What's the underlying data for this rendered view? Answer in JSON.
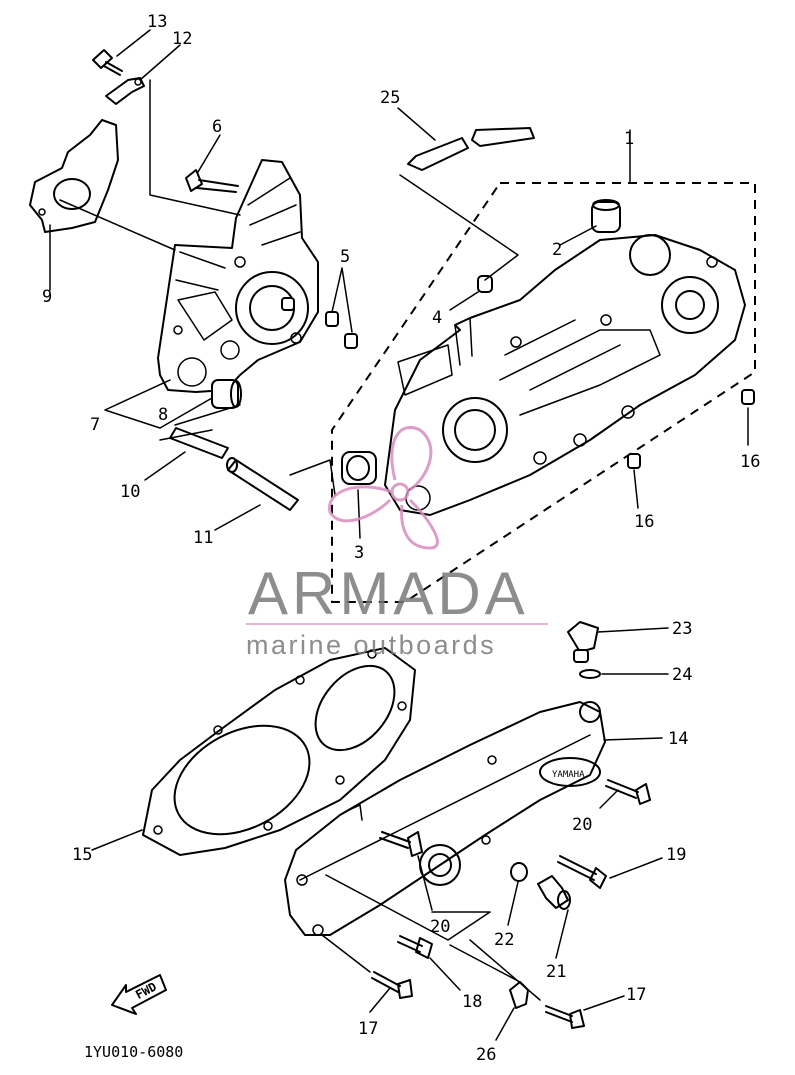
{
  "diagram_code": "1YU010-6080",
  "watermark": {
    "brand": "ARMADA",
    "tagline": "marine outboards",
    "brand_color": "#7a7a7a",
    "logo_color": "#d98cc0",
    "rule_color": "#e3a6cc"
  },
  "fwd_label": "FWD",
  "callouts": [
    {
      "id": "13",
      "text": "13"
    },
    {
      "id": "12",
      "text": "12"
    },
    {
      "id": "6",
      "text": "6"
    },
    {
      "id": "9",
      "text": "9"
    },
    {
      "id": "5",
      "text": "5"
    },
    {
      "id": "7",
      "text": "7"
    },
    {
      "id": "8",
      "text": "8"
    },
    {
      "id": "10",
      "text": "10"
    },
    {
      "id": "11",
      "text": "11"
    },
    {
      "id": "25",
      "text": "25"
    },
    {
      "id": "1",
      "text": "1"
    },
    {
      "id": "2",
      "text": "2"
    },
    {
      "id": "4",
      "text": "4"
    },
    {
      "id": "16a",
      "text": "16"
    },
    {
      "id": "16b",
      "text": "16"
    },
    {
      "id": "3",
      "text": "3"
    },
    {
      "id": "23",
      "text": "23"
    },
    {
      "id": "24",
      "text": "24"
    },
    {
      "id": "14",
      "text": "14"
    },
    {
      "id": "20a",
      "text": "20"
    },
    {
      "id": "15",
      "text": "15"
    },
    {
      "id": "19",
      "text": "19"
    },
    {
      "id": "20b",
      "text": "20"
    },
    {
      "id": "22",
      "text": "22"
    },
    {
      "id": "21",
      "text": "21"
    },
    {
      "id": "18",
      "text": "18"
    },
    {
      "id": "17a",
      "text": "17"
    },
    {
      "id": "17b",
      "text": "17"
    },
    {
      "id": "26",
      "text": "26"
    }
  ]
}
